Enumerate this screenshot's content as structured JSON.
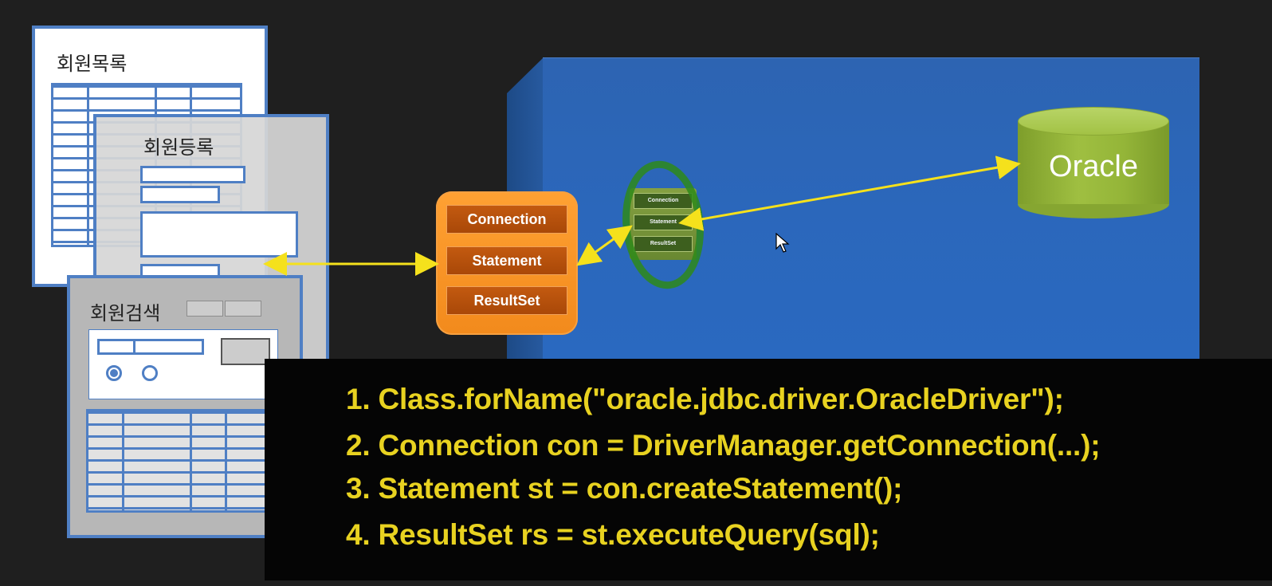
{
  "forms": {
    "list_title": "회원목록",
    "register_title": "회원등록",
    "search_title": "회원검색"
  },
  "driver_stack": {
    "items": [
      "Connection",
      "Statement",
      "ResultSet"
    ]
  },
  "mini_stack": {
    "items": [
      "Connection",
      "Statement",
      "ResultSet"
    ]
  },
  "database": {
    "label": "Oracle"
  },
  "code": {
    "lines": [
      "1. Class.forName(\"oracle.jdbc.driver.OracleDriver\");",
      "2. Connection con = DriverManager.getConnection(...);",
      "3. Statement st = con.createStatement();",
      "4. ResultSet rs = st.executeQuery(sql);"
    ]
  },
  "colors": {
    "background": "#1f1f1f",
    "server_blue": "#2b67bb",
    "orange": "#f28a1c",
    "oracle_green": "#9fbf41",
    "arrow_yellow": "#f5e11c",
    "code_text": "#e8d220",
    "form_border": "#4f7fc4",
    "highlight_circle": "#2e8a1a",
    "pointer_arrow": "#c0392b"
  }
}
